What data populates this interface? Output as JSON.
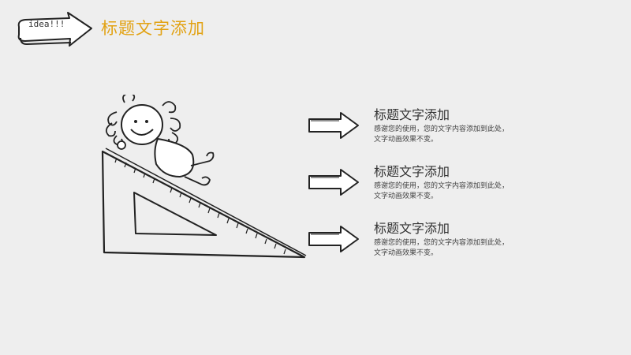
{
  "logo": {
    "text": "idea!!!"
  },
  "header": {
    "title": "标题文字添加"
  },
  "items": [
    {
      "title": "标题文字添加",
      "line1": "感谢您的使用，您的文字内容添加到此处，",
      "line2": "文字动画效果不变。"
    },
    {
      "title": "标题文字添加",
      "line1": "感谢您的使用，您的文字内容添加到此处，",
      "line2": "文字动画效果不变。"
    },
    {
      "title": "标题文字添加",
      "line1": "感谢您的使用，您的文字内容添加到此处，",
      "line2": "文字动画效果不变。"
    }
  ],
  "colors": {
    "accent": "#e2a213",
    "background": "#eeeeee",
    "ink": "#333333"
  },
  "icons": [
    "idea-arrow-icon",
    "girl-sliding-ruler-illustration",
    "arrow-right-icon"
  ]
}
